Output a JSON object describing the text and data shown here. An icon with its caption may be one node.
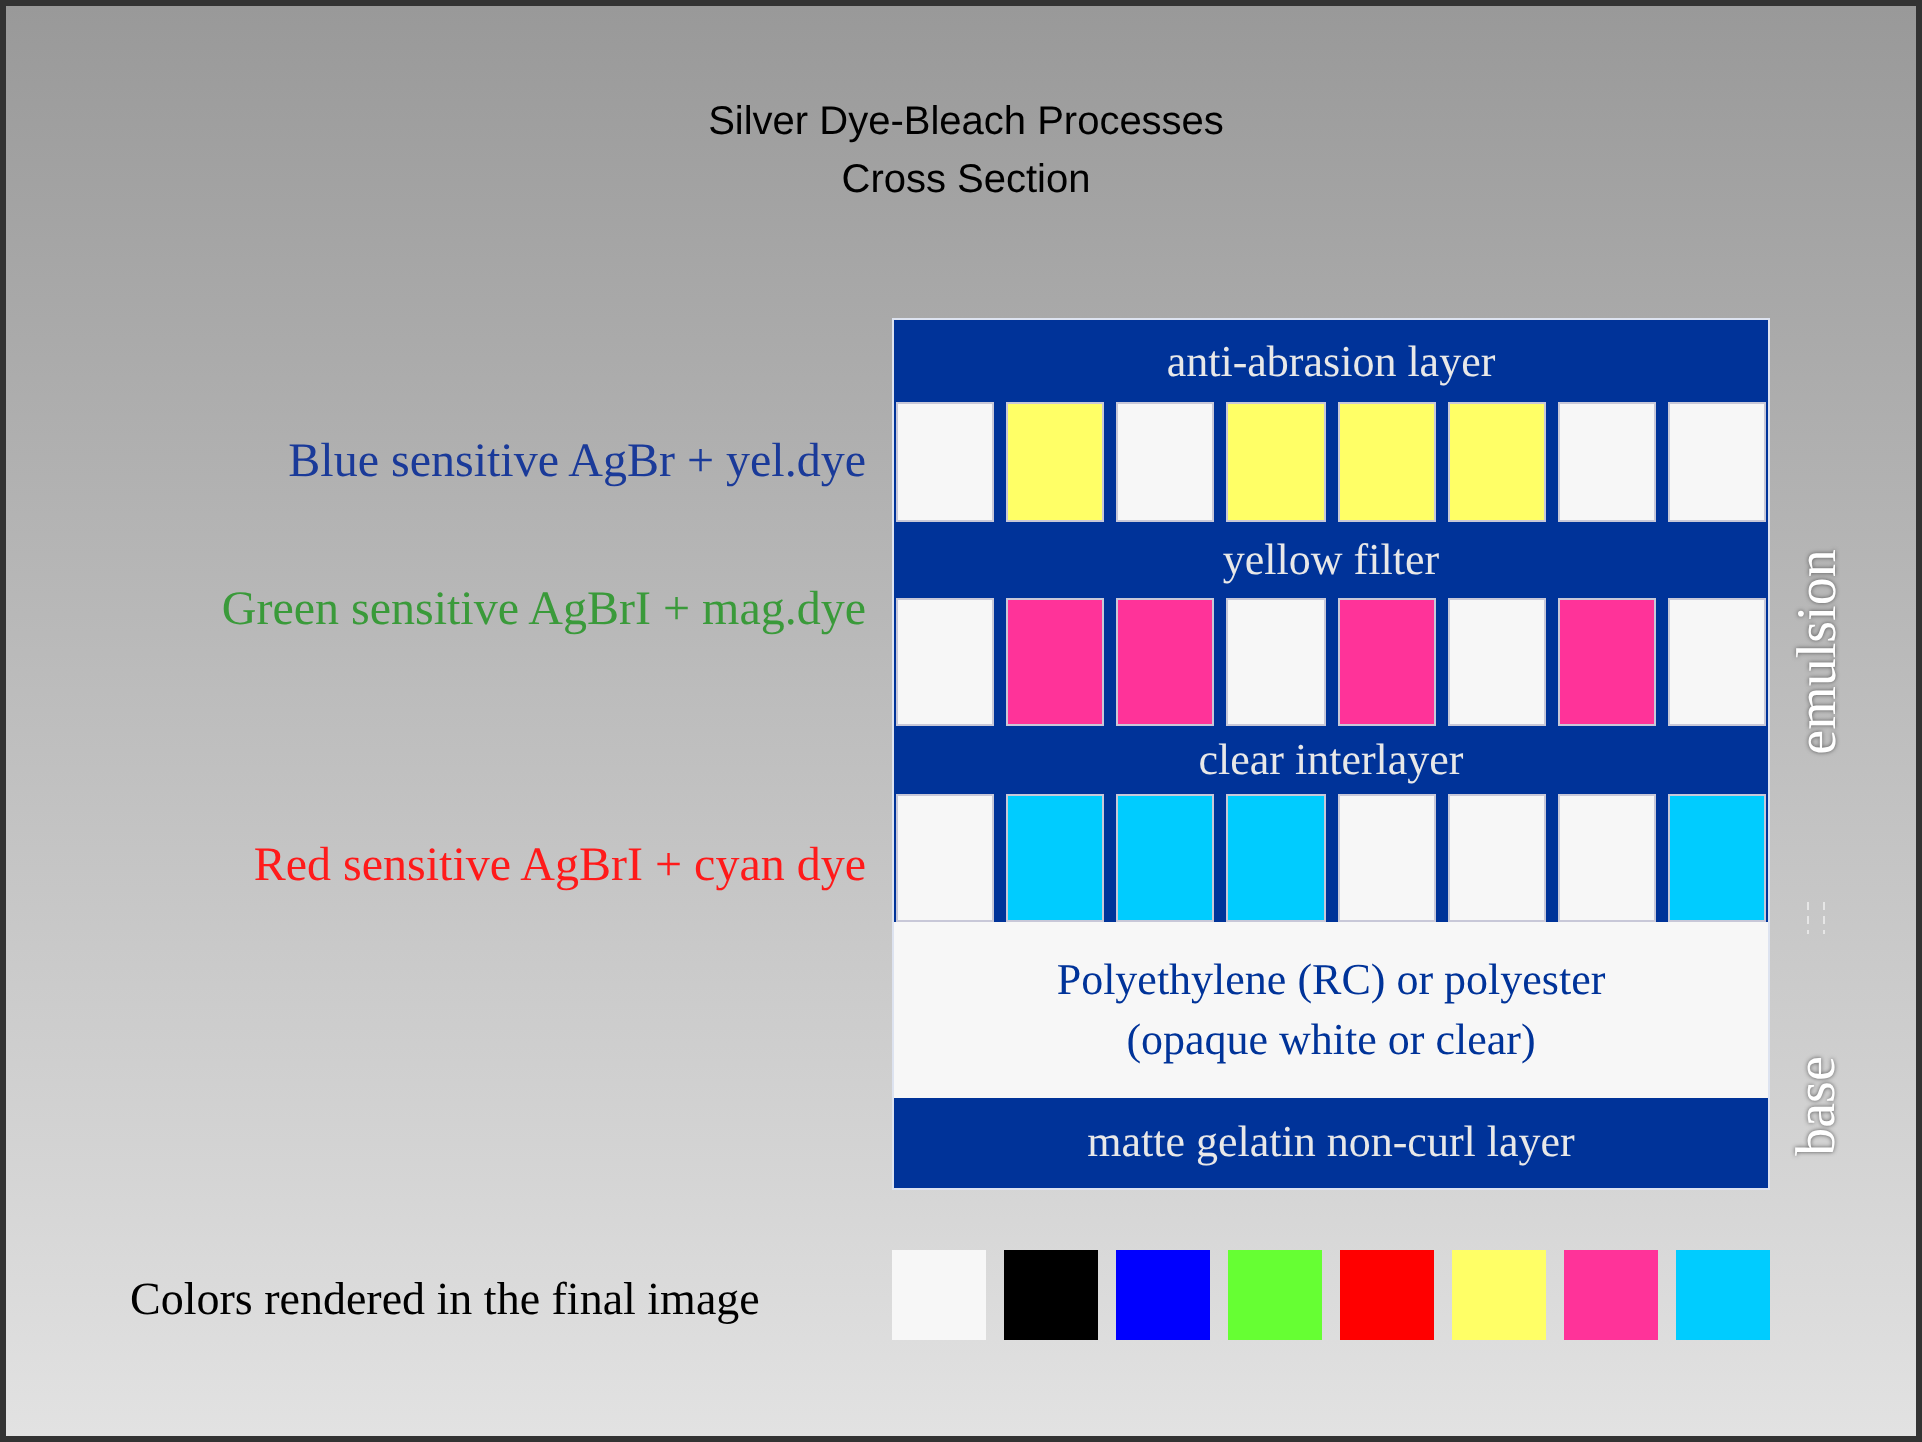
{
  "diagram": {
    "title": "Silver Dye-Bleach Processes Cross Section",
    "nodes": [
      {
        "text": [
          "anti-abrasion layer"
        ]
      },
      {
        "text": [
          "yellow filter"
        ]
      },
      {
        "text": [
          "clear interlayer"
        ]
      },
      {
        "text": [
          "Polyethylene (RC) or polyester (opaque white or clear)"
        ]
      },
      {
        "text": [
          "matte gelatin non-curl layer"
        ]
      }
    ],
    "labels": [
      "Blue sensitive AgBr + yel.dye",
      "Green sensitive AgBrI + mag.dye",
      "Red sensitive AgBrI + cyan dye",
      "emulsion",
      "base",
      "Colors rendered in the final image"
    ]
  }
}
